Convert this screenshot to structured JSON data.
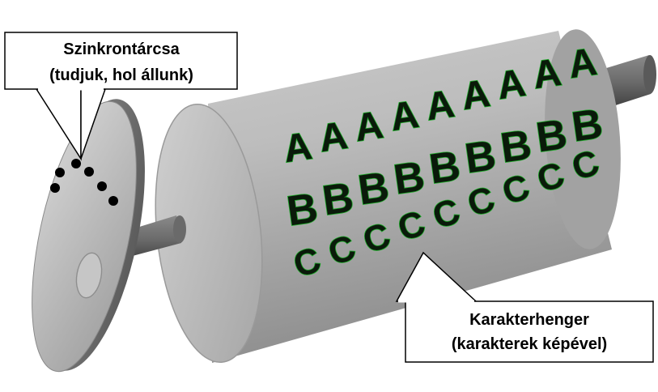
{
  "callouts": {
    "sync_disc": {
      "line1": "Szinkrontárcsa",
      "line2": "(tudjuk, hol állunk)"
    },
    "char_drum": {
      "line1": "Karakterhenger",
      "line2": "(karakterek képével)"
    }
  },
  "drum": {
    "rows": [
      {
        "char": "A",
        "count": 9
      },
      {
        "char": "B",
        "count": 9
      },
      {
        "char": "C",
        "count": 9
      }
    ]
  },
  "colors": {
    "glyph_fill": "#0a1a0a",
    "glyph_outline": "#1fae2a",
    "drum_body": "#b4b4b4",
    "shaft": "#6e6e6e",
    "sync_hole": "#000000"
  },
  "sync_disc": {
    "hole_count": 6
  }
}
